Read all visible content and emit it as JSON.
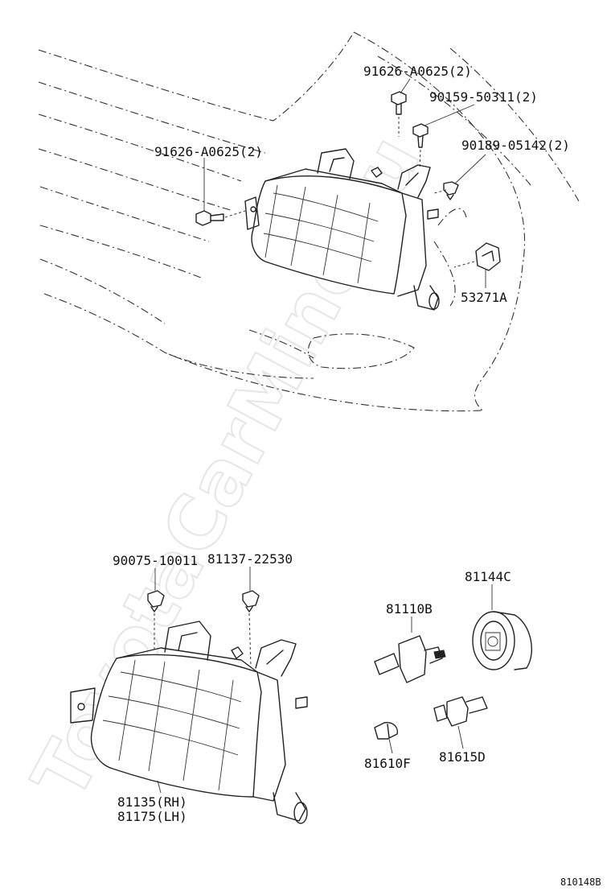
{
  "diagram": {
    "watermark": "ToyotaCarMine.ru",
    "figure_code": "810148B",
    "upper_labels": {
      "bolt_a_top": "91626-A0625(2)",
      "screw_top": "90159-50311(2)",
      "clip_right": "90189-05142(2)",
      "bolt_a_left": "91626-A0625(2)",
      "bracket_right": "53271A"
    },
    "lower_labels": {
      "clip_left": "90075-10011",
      "clip_right": "81137-22530",
      "bulb_holder": "81144C",
      "headlamp_bulb": "81110B",
      "small_bulb": "81610F",
      "socket_bulb": "81615D",
      "unit_rh": "81135(RH)",
      "unit_lh": "81175(LH)"
    }
  }
}
